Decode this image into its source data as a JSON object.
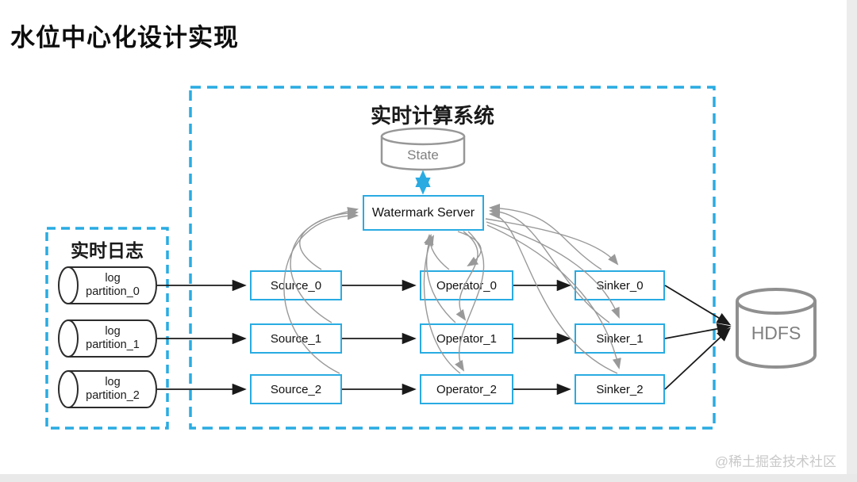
{
  "page": {
    "title": "水位中心化设计实现",
    "credit": "@稀土掘金技术社区"
  },
  "diagram": {
    "system_group_label": "实时计算系统",
    "logs_group_label": "实时日志",
    "state_label": "State",
    "watermark_server_label": "Watermark Server",
    "hdfs_label": "HDFS",
    "log_partitions": [
      {
        "line1": "log",
        "line2": "partition_0"
      },
      {
        "line1": "log",
        "line2": "partition_1"
      },
      {
        "line1": "log",
        "line2": "partition_2"
      }
    ],
    "sources": [
      "Source_0",
      "Source_1",
      "Source_2"
    ],
    "operators": [
      "Operator_0",
      "Operator_1",
      "Operator_2"
    ],
    "sinkers": [
      "Sinker_0",
      "Sinker_1",
      "Sinker_2"
    ],
    "colors": {
      "accent_cyan": "#29ABE2",
      "arrow_gray": "#999999",
      "arrow_black": "#1a1a1a",
      "cylinder_gray": "#8f8f8f",
      "credit_gray": "#c9c9c9"
    }
  }
}
